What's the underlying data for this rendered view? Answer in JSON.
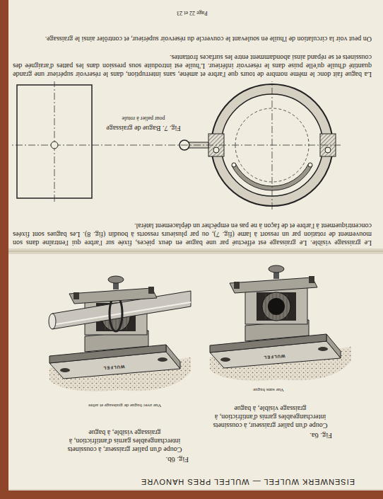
{
  "diagram": {
    "title": "EISENWERK WULFEL — WULFEL PRES HANOVRE",
    "labels": [
      "Fig. 6a.",
      "Coupe d'un palier graisseur, à coussinets interchangeables garnis d'antifriction, à graissage visible, à bague",
      "Vue sans bague",
      "Fig. 6b.",
      "Coupe d'un palier graisseur, à coussinets interchangeables garnis d'antifriction, à graissage visible, à bague",
      "Vue avec bague de graissage et arbre",
      "WULFEL",
      "WULFEL",
      "Le graissage visible. Le graissage est effectué par une bague en deux pièces, fixée sur l'arbre qui l'entraîne dans son mouvement de rotation par un ressort à lame (fig. 7), ou par plusieurs ressorts à boudin (fig. 8). Les bagues sont fixées concentriquement à l'arbre et de façon à ne pas en empêcher un déplacement latéral.",
      "Fig. 7. Bague de graissage",
      "pour palier à rotule",
      "La bague fait donc le même nombre de tours que l'arbre et amène, sans interruption, dans le réservoir supérieur une grande quantité d'huile qu'elle puise dans le réservoir inférieur. L'huile est introduite sous pression dans les pattes d'araignée des coussinets et se répand ainsi abondamment entre les surfaces frottantes.",
      "On peut voir la circulation de l'huile en soulevant le couvercle du réservoir supérieur, et contrôler ainsi le graissage.",
      "Page 22 et 23"
    ]
  }
}
